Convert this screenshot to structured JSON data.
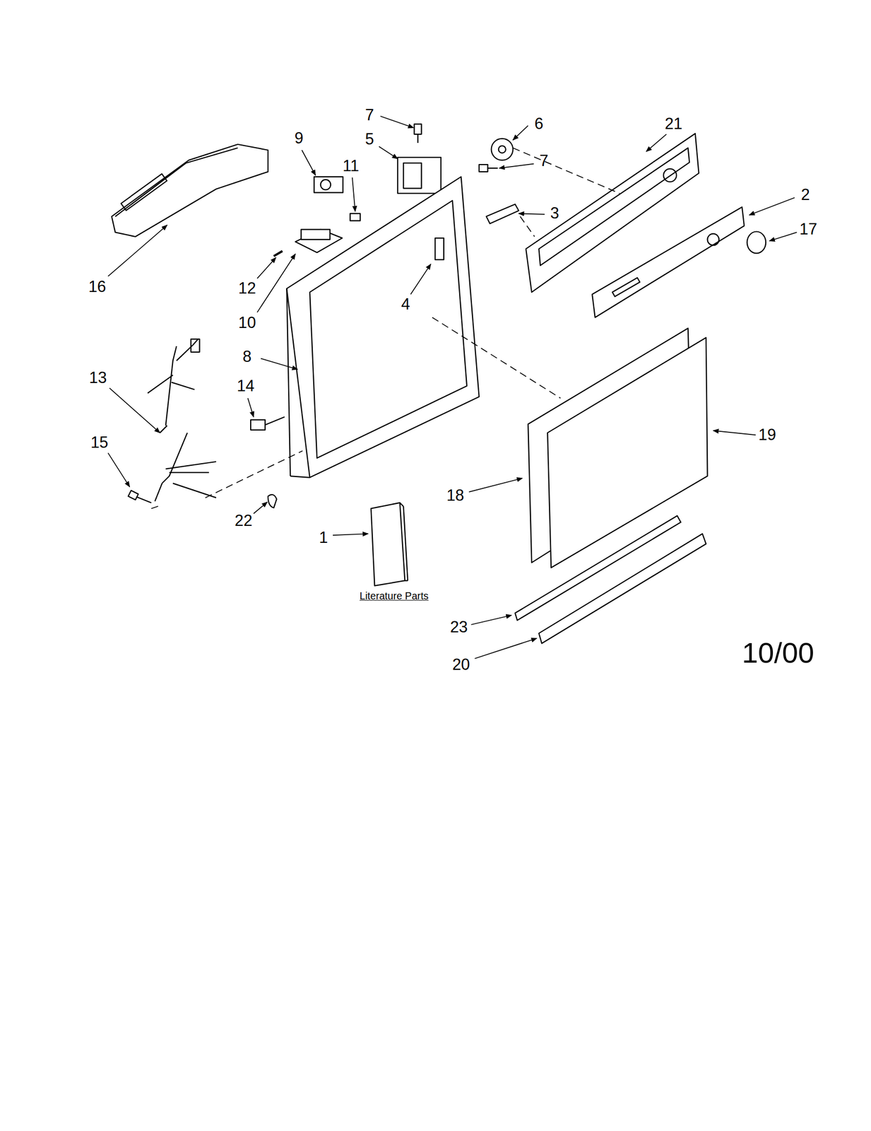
{
  "diagram": {
    "labels": [
      "7",
      "6",
      "21",
      "9",
      "5",
      "11",
      "7",
      "2",
      "3",
      "17",
      "16",
      "12",
      "4",
      "10",
      "8",
      "13",
      "14",
      "19",
      "15",
      "18",
      "22",
      "1",
      "Literature Parts",
      "23",
      "10/00",
      "20"
    ]
  }
}
